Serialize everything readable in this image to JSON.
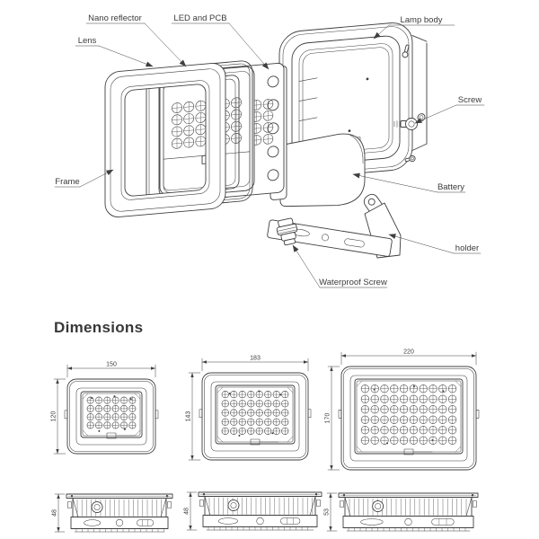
{
  "page": {
    "background": "#ffffff",
    "line_color": "#3f3f3f",
    "text_color": "#3b3b3b"
  },
  "exploded_view": {
    "labels": {
      "nano_reflector": "Nano reflector",
      "led_pcb": "LED and PCB",
      "lamp_body": "Lamp body",
      "lens": "Lens",
      "screw": "Screw",
      "frame": "Frame",
      "battery": "Battery",
      "holder": "holder",
      "waterproof_screw": "Waterproof Screw"
    }
  },
  "dimensions_section": {
    "title": "Dimensions",
    "front_views": [
      {
        "width_mm": "150",
        "height_mm": "120",
        "led_cols": 6,
        "led_rows": 4
      },
      {
        "width_mm": "183",
        "height_mm": "143",
        "led_cols": 8,
        "led_rows": 5
      },
      {
        "width_mm": "220",
        "height_mm": "170",
        "led_cols": 10,
        "led_rows": 6
      }
    ],
    "side_views": [
      {
        "height_mm": "48"
      },
      {
        "height_mm": "48"
      },
      {
        "height_mm": "53"
      }
    ]
  }
}
